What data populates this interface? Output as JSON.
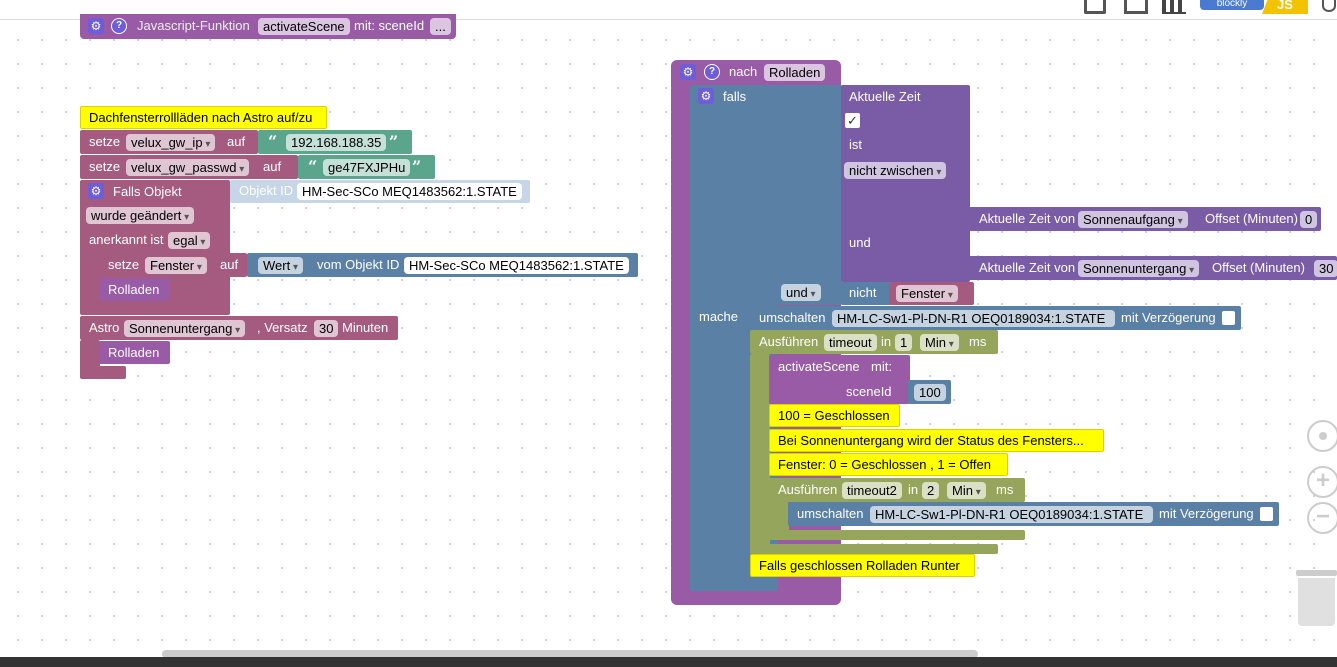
{
  "toolbar": {
    "blockly_badge": "blockly",
    "js_badge": "JS"
  },
  "top_fn": {
    "label": "Javascript-Funktion",
    "name": "activateScene",
    "mit": "mit: sceneId",
    "more": "..."
  },
  "left": {
    "title_note": "Dachfensterrollläden nach Astro auf/zu",
    "set1": {
      "setze": "setze",
      "var": "velux_gw_ip",
      "auf": "auf",
      "value": "192.168.188.35"
    },
    "set2": {
      "setze": "setze",
      "var": "velux_gw_passwd",
      "auf": "auf",
      "value": "ge47FXJPHu"
    },
    "falls_objekt": "Falls Objekt",
    "objekt_id_label": "Objekt ID",
    "objekt_id": "HM-Sec-SCo MEQ1483562:1.STATE",
    "wurde_geaendert": "wurde geändert",
    "anerkannt_ist": "anerkannt ist",
    "egal": "egal",
    "set3": {
      "setze": "setze",
      "var": "Fenster",
      "auf": "auf",
      "wert": "Wert",
      "vom": "vom Objekt ID",
      "id": "HM-Sec-SCo MEQ1483562:1.STATE"
    },
    "rolladen1": "Rolladen",
    "astro": {
      "label": "Astro",
      "value": "Sonnenuntergang",
      "versatz": ", Versatz",
      "minutes": "30",
      "unit": "Minuten"
    },
    "rolladen2": "Rolladen"
  },
  "right": {
    "nach": "nach",
    "fn_name": "Rolladen",
    "falls": "falls",
    "aktuelle_zeit": "Aktuelle Zeit",
    "ist": "ist",
    "nicht_zwischen": "nicht zwischen",
    "und_inner": "und",
    "zeit1": {
      "label": "Aktuelle Zeit von",
      "value": "Sonnenaufgang",
      "offset": "Offset (Minuten)",
      "num": "0"
    },
    "zeit2": {
      "label": "Aktuelle Zeit von",
      "value": "Sonnenuntergang",
      "offset": "Offset (Minuten)",
      "num": "30"
    },
    "und_op": "und",
    "nicht": "nicht",
    "fenster": "Fenster",
    "mache": "mache",
    "umschalten1": {
      "label": "umschalten",
      "id": "HM-LC-Sw1-Pl-DN-R1 OEQ0189034:1.STATE",
      "delay": "mit Verzögerung"
    },
    "ausfuehren1": {
      "label": "Ausführen",
      "name": "timeout",
      "in": "in",
      "num": "1",
      "unit": "Min",
      "ms": "ms"
    },
    "activate": {
      "label": "activateScene",
      "mit": "mit:",
      "param": "sceneId",
      "value": "100"
    },
    "note1": "100 = Geschlossen",
    "note2": "Bei Sonnenuntergang wird der Status des Fensters...",
    "note3": "Fenster: 0 = Geschlossen , 1 = Offen",
    "ausfuehren2": {
      "label": "Ausführen",
      "name": "timeout2",
      "in": "in",
      "num": "2",
      "unit": "Min",
      "ms": "ms"
    },
    "umschalten2": {
      "label": "umschalten",
      "id": "HM-LC-Sw1-Pl-DN-R1 OEQ0189034:1.STATE",
      "delay": "mit Verzögerung"
    },
    "note4": "Falls geschlossen Rolladen Runter"
  }
}
